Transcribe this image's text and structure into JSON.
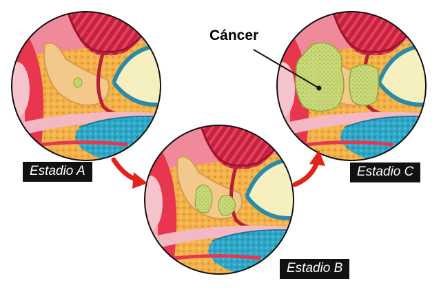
{
  "stages": [
    {
      "id": "a",
      "label": "Estadio A",
      "tumor": "small"
    },
    {
      "id": "b",
      "label": "Estadio B",
      "tumor": "medium"
    },
    {
      "id": "c",
      "label": "Estadio C",
      "tumor": "large"
    }
  ],
  "annotation": {
    "label": "Cáncer"
  },
  "colors": {
    "background": "#ffffff",
    "arrow": "#e2231a",
    "label_bg": "#111111",
    "label_text": "#ffffff",
    "tumor": "#c9d97a",
    "fat": "#f3b24a",
    "muscle": "#d42a4a",
    "rectum": "#29a3c4",
    "bladder": "#f6f0c0",
    "prostate": "#f2c98a",
    "tissue_pink": "#f08a9a"
  }
}
